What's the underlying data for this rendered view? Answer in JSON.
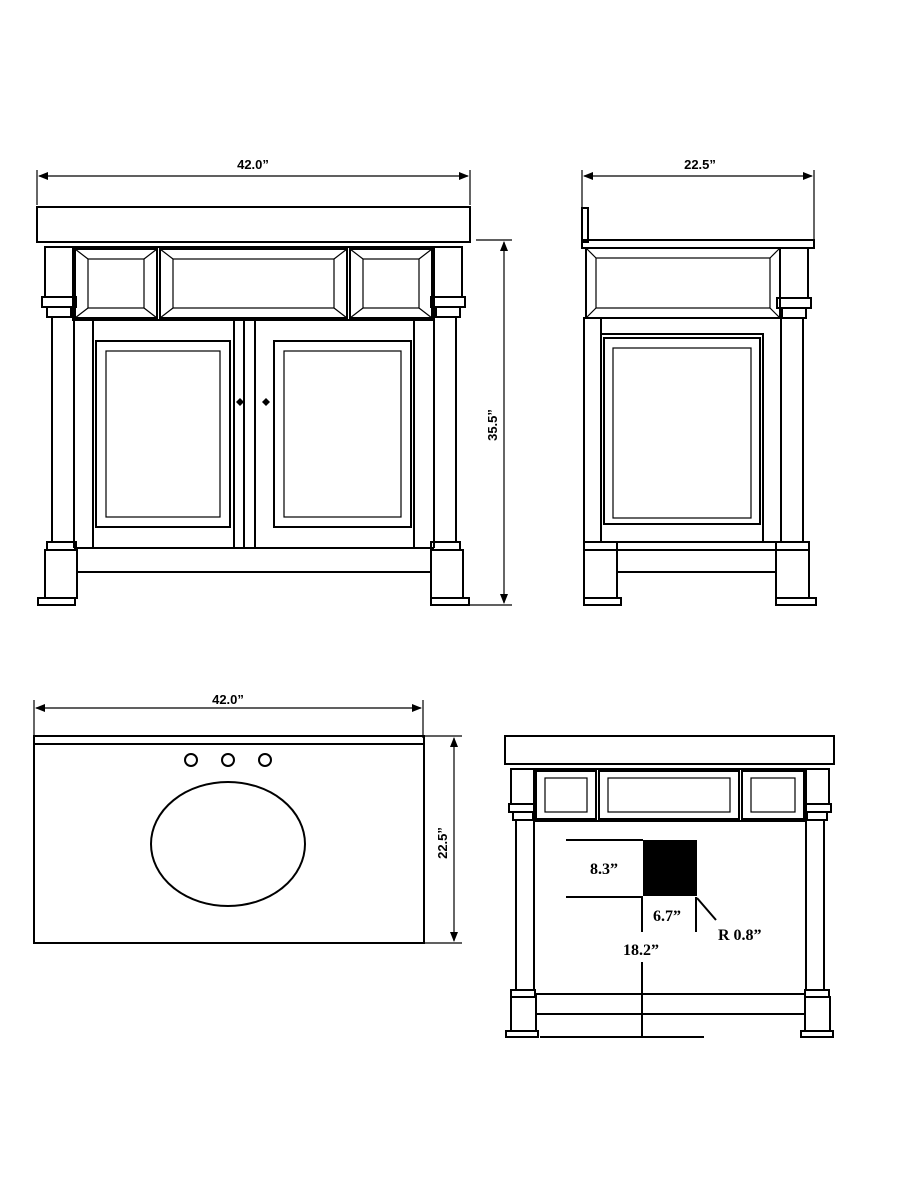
{
  "front_view": {
    "width_label": "42.0”",
    "height_label": "35.5”"
  },
  "side_view": {
    "depth_label": "22.5”"
  },
  "top_view": {
    "width_label": "42.0”",
    "depth_label": "22.5”",
    "faucet_holes": 3
  },
  "back_view": {
    "cutout_height_label": "8.3”",
    "cutout_width_label": "6.7”",
    "corner_radius_label": "R 0.8”",
    "floor_height_label": "18.2”"
  },
  "colors": {
    "line": "#000000",
    "background": "#ffffff"
  }
}
